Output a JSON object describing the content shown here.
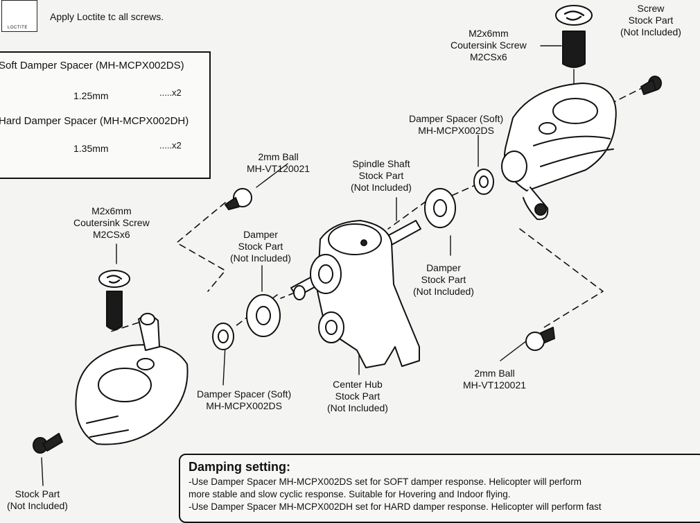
{
  "loctite": {
    "tag": "LOCTITE",
    "note": "Apply Loctite tc all screws."
  },
  "spacer_box": {
    "soft_title": "Soft Damper Spacer (MH-MCPX002DS)",
    "soft_size": "1.25mm",
    "soft_qty": ".....x2",
    "hard_title": "Hard Damper Spacer (MH-MCPX002DH)",
    "hard_size": "1.35mm",
    "hard_qty": ".....x2"
  },
  "labels": {
    "screw_top_right": [
      "Screw",
      "Stock Part",
      "(Not Included)"
    ],
    "coutersink_top": [
      "M2x6mm",
      "Coutersink Screw",
      "M2CSx6"
    ],
    "damper_spacer_soft_top": [
      "Damper Spacer (Soft)",
      "MH-MCPX002DS"
    ],
    "ball_top": [
      "2mm Ball",
      "MH-VT120021"
    ],
    "spindle_shaft": [
      "Spindle Shaft",
      "Stock Part",
      "(Not Included)"
    ],
    "coutersink_left": [
      "M2x6mm",
      "Coutersink Screw",
      "M2CSx6"
    ],
    "damper_left": [
      "Damper",
      "Stock Part",
      "(Not Included)"
    ],
    "damper_right": [
      "Damper",
      "Stock Part",
      "(Not Included)"
    ],
    "ball_bottom": [
      "2mm Ball",
      "MH-VT120021"
    ],
    "center_hub": [
      "Center Hub",
      "Stock Part",
      "(Not Included)"
    ],
    "damper_spacer_soft_bottom": [
      "Damper Spacer (Soft)",
      "MH-MCPX002DS"
    ],
    "stock_part_bottom_left": [
      "Stock Part",
      "(Not Included)"
    ]
  },
  "damping": {
    "title": "Damping setting:",
    "line1": "-Use Damper Spacer MH-MCPX002DS set for SOFT damper response. Helicopter will perform",
    "line2": "more stable and slow cyclic response. Suitable for Hovering and Indoor flying.",
    "line3": "-Use Damper Spacer MH-MCPX002DH set for HARD damper response. Helicopter will perform fast"
  }
}
